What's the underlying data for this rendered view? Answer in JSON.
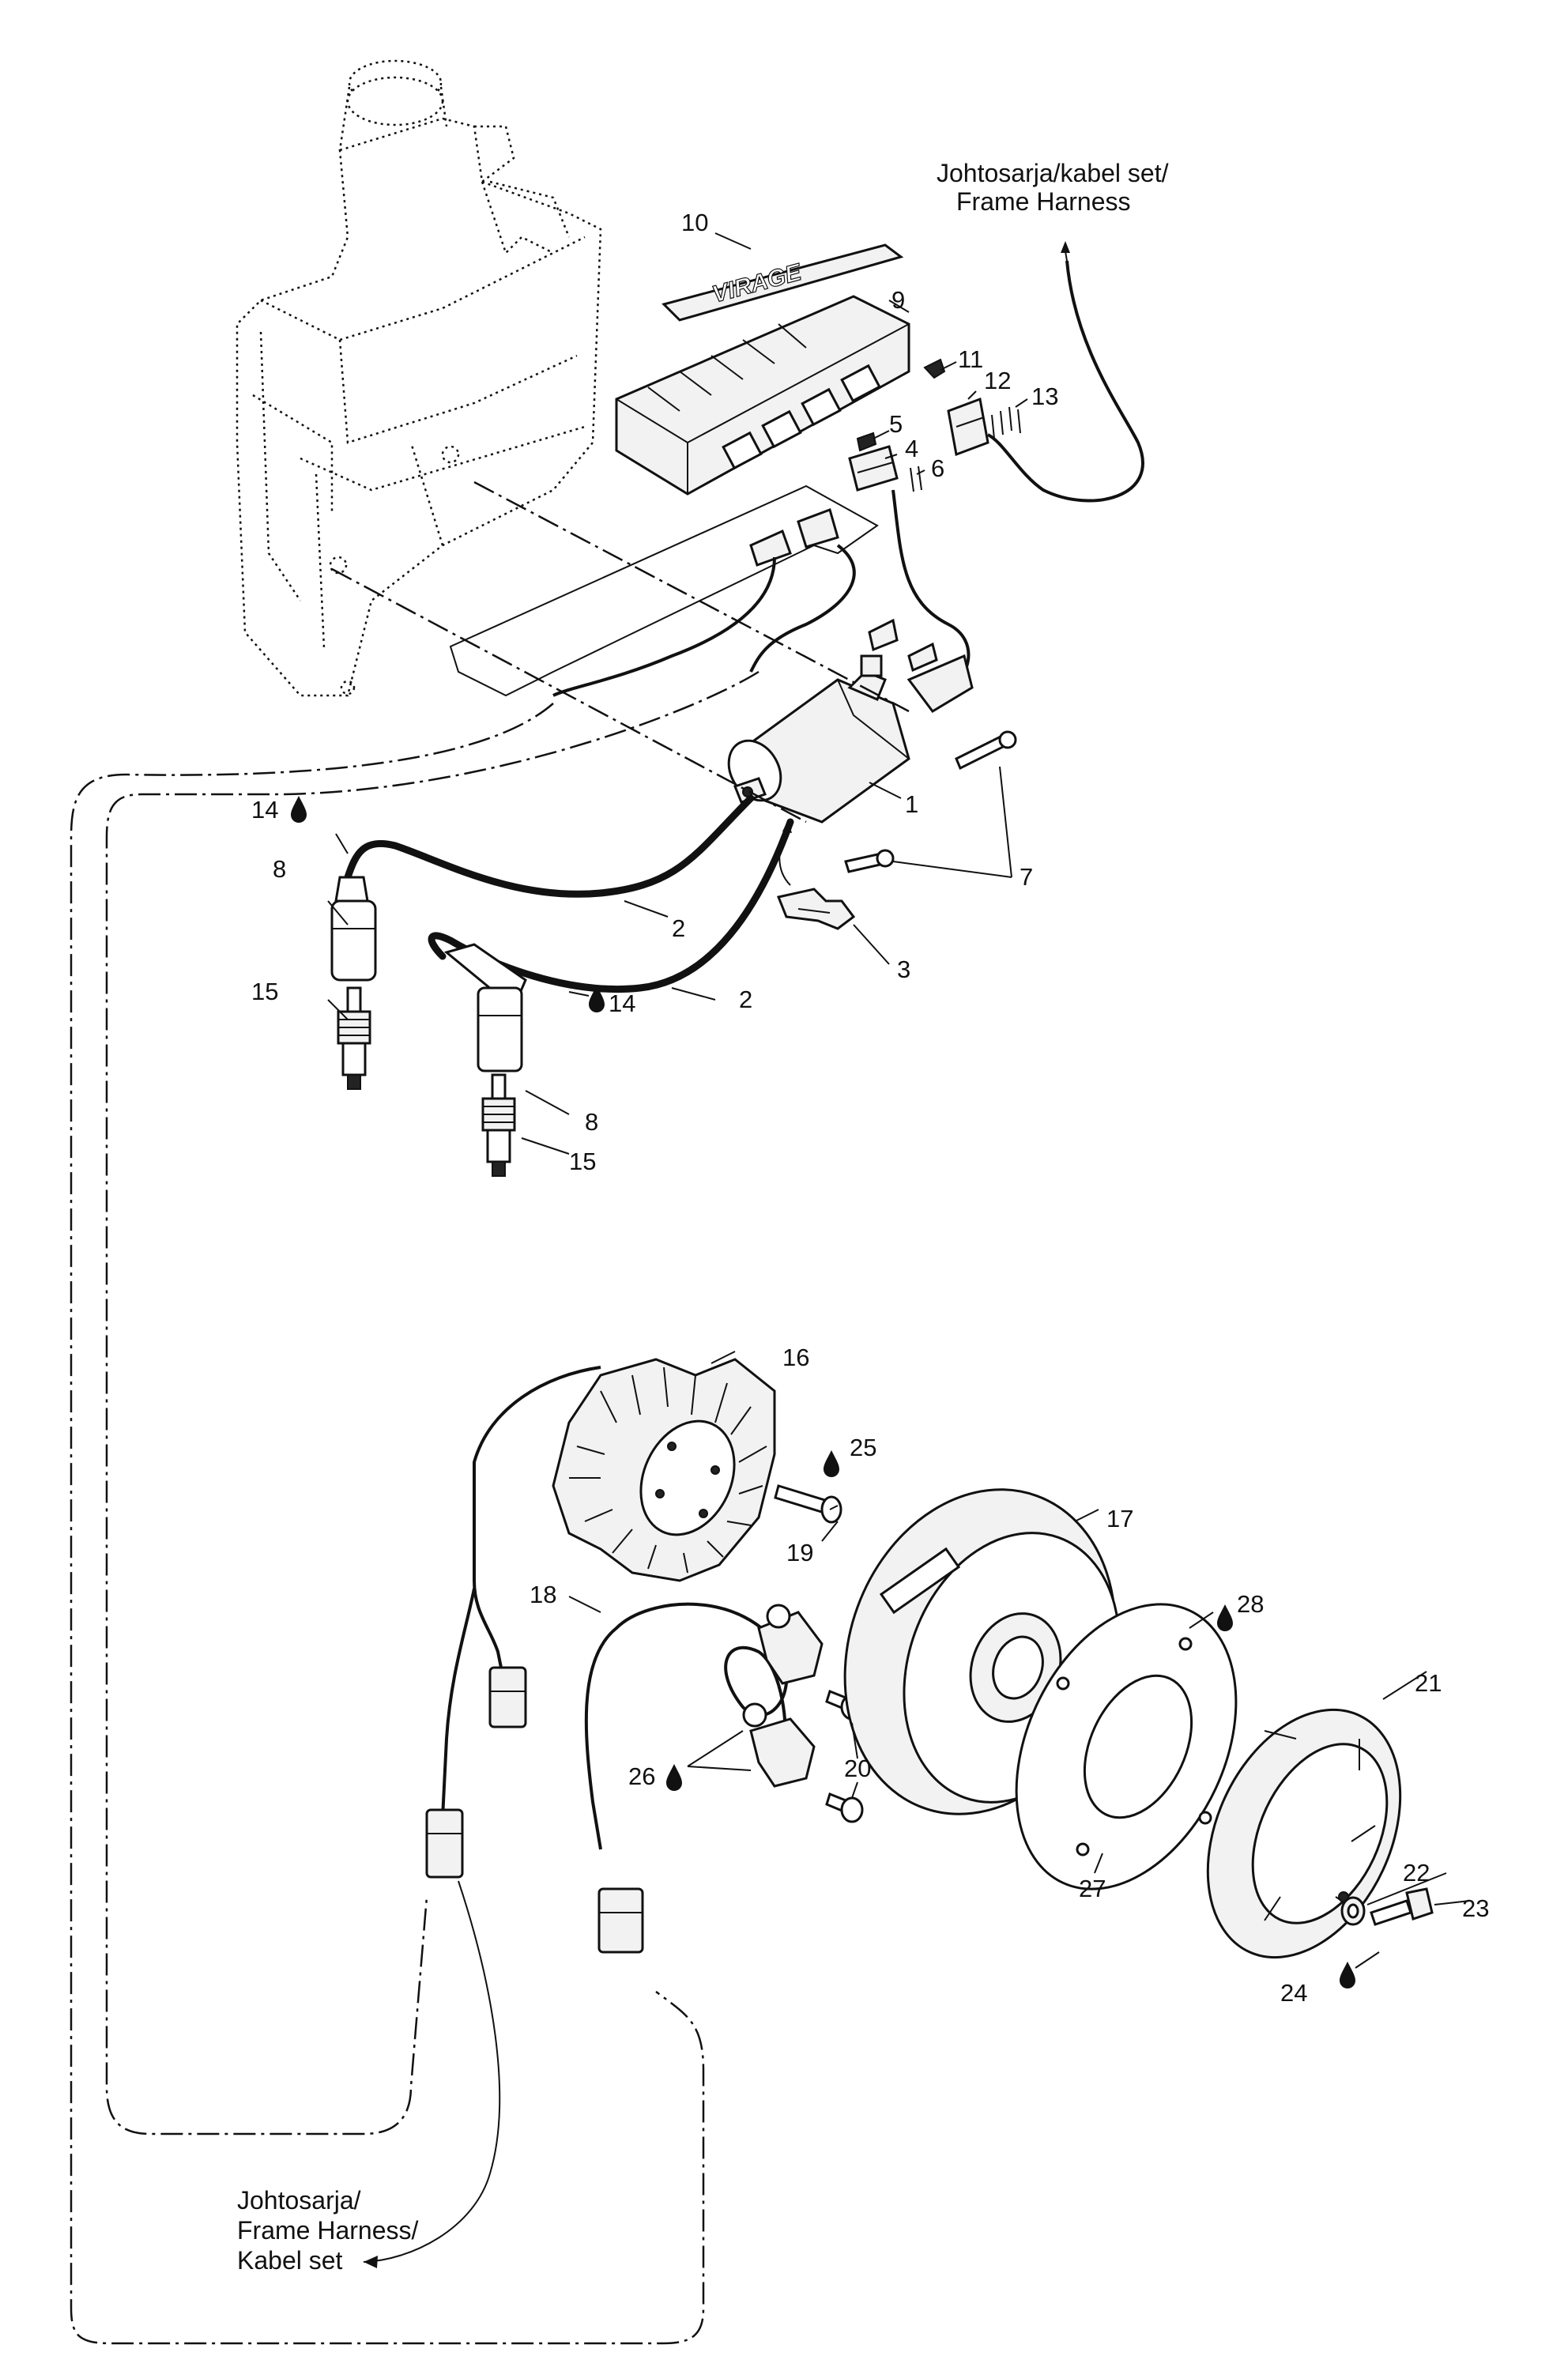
{
  "harness_refs": {
    "top_right": [
      "Johtosarja/kabel set/",
      "Frame Harness"
    ],
    "bottom_left": [
      "Johtosarja/",
      "Frame Harness/",
      "Kabel set"
    ]
  },
  "callouts": {
    "c1": "1",
    "c2a": "2",
    "c2b": "2",
    "c3": "3",
    "c4": "4",
    "c5": "5",
    "c6": "6",
    "c7": "7",
    "c8a": "8",
    "c8b": "8",
    "c9": "9",
    "c10": "10",
    "c11": "11",
    "c12": "12",
    "c13": "13",
    "c14a": "14",
    "c14b": "14",
    "c15a": "15",
    "c15b": "15",
    "c16": "16",
    "c17": "17",
    "c18": "18",
    "c19": "19",
    "c20": "20",
    "c21": "21",
    "c22": "22",
    "c23": "23",
    "c24": "24",
    "c25": "25",
    "c26": "26",
    "c27": "27",
    "c28": "28"
  },
  "ecu_badge_text": "VIRAGE"
}
